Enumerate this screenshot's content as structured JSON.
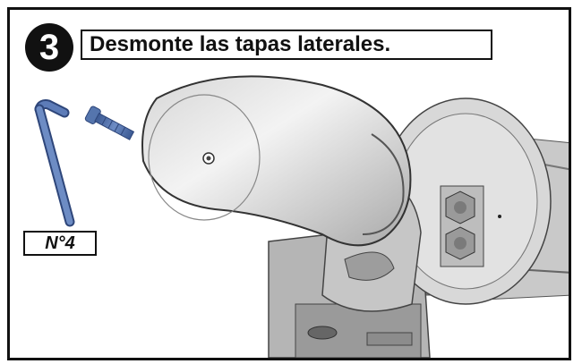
{
  "step": {
    "number": "3",
    "title": "Desmonte las tapas laterales."
  },
  "tool": {
    "label": "N°4"
  },
  "icons": [
    "allen-key-icon",
    "screw-icon",
    "awning-end-cap-illustration"
  ],
  "colors": {
    "tool_blue": "#4f6fa8",
    "metal_light": "#e6e6e6",
    "metal_dark": "#8a8a8a",
    "frame": "#111111"
  }
}
